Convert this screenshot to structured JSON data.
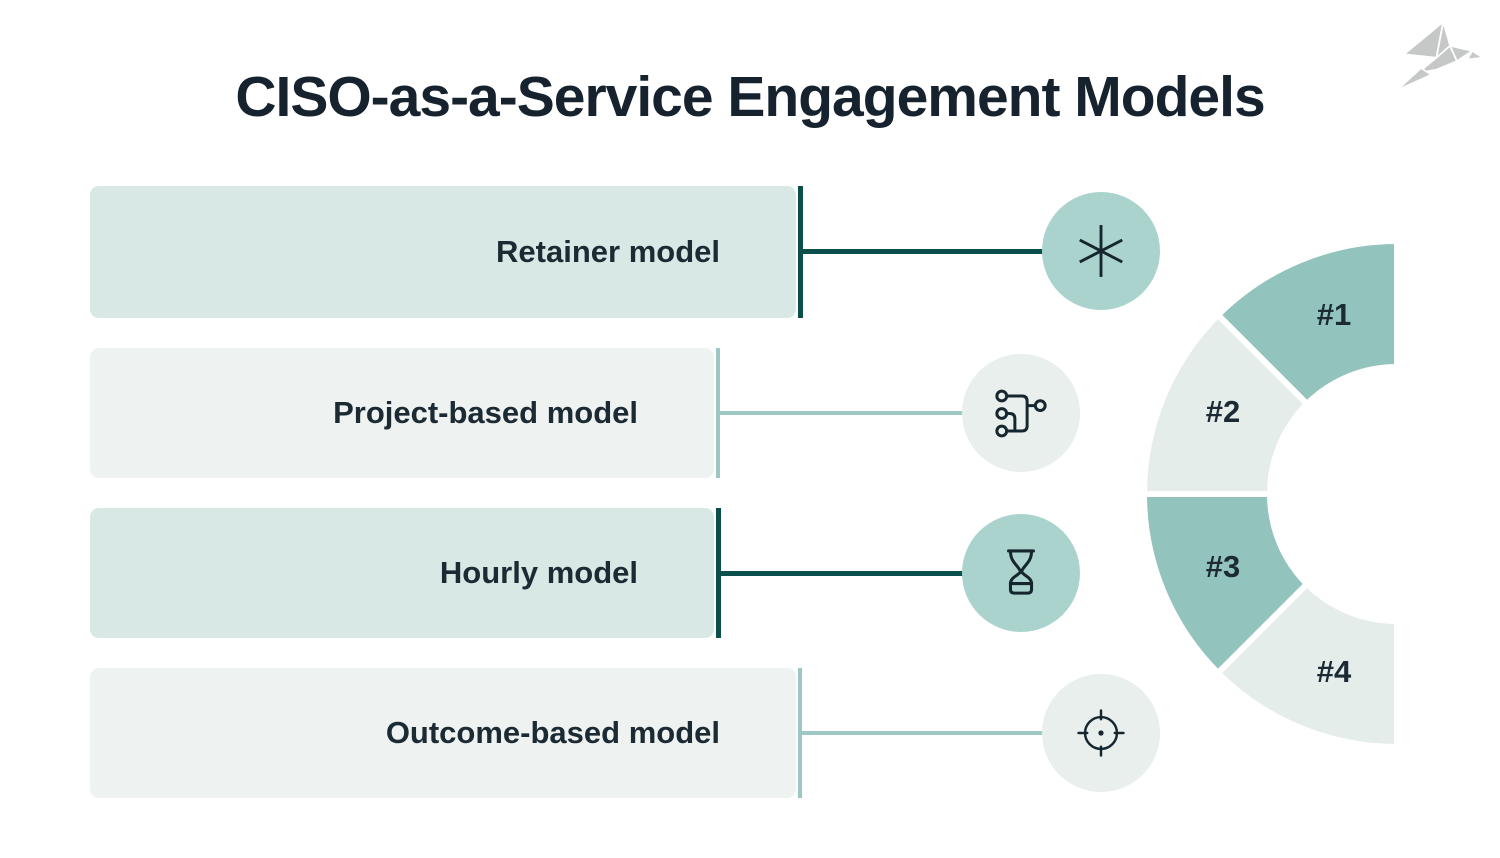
{
  "page": {
    "title": "CISO-as-a-Service Engagement Models"
  },
  "logo": {
    "name": "origami-bird",
    "color": "#c6c8c7"
  },
  "models": [
    {
      "rank": "#1",
      "label": "Retainer model",
      "icon": "asterisk-icon",
      "emphasis": "teal"
    },
    {
      "rank": "#2",
      "label": "Project-based model",
      "icon": "workflow-icon",
      "emphasis": "light"
    },
    {
      "rank": "#3",
      "label": "Hourly model",
      "icon": "hourglass-icon",
      "emphasis": "teal"
    },
    {
      "rank": "#4",
      "label": "Outcome-based model",
      "icon": "target-icon",
      "emphasis": "light"
    }
  ],
  "colors": {
    "background": "#ffffff",
    "title_text": "#16222d",
    "label_text": "#1b2a33",
    "bar_teal": "#d8e9e5",
    "bar_light": "#eef2f1",
    "connector_dark": "#0b4f4c",
    "connector_light": "#9cc7c3",
    "icon_circle_teal": "#abd3cd",
    "icon_circle_light": "#e9efed",
    "arc_teal": "#93c3bd",
    "arc_light": "#e5edeb",
    "icon_ink": "#16262e"
  }
}
